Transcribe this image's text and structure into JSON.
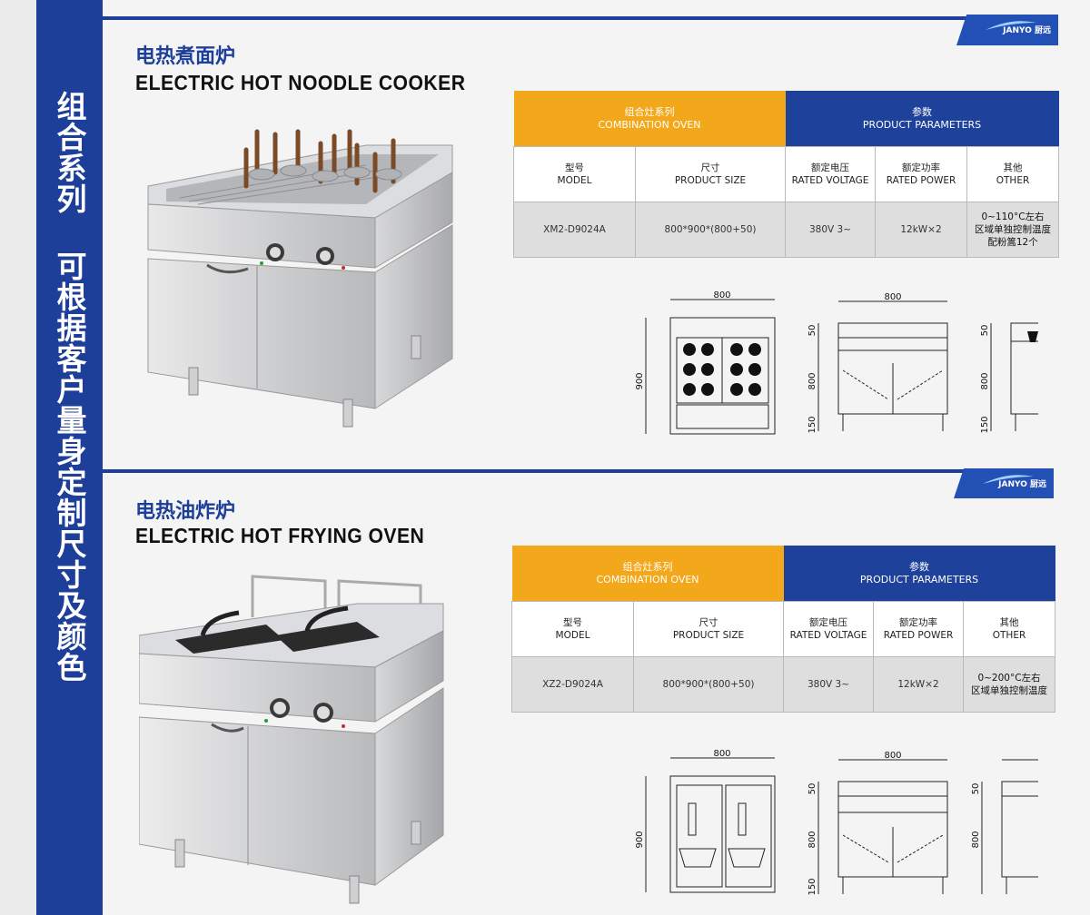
{
  "side": {
    "text": "组合系列 可根据客户量身定制尺寸及颜色"
  },
  "brand": {
    "logo_text": "JANYO 厨远"
  },
  "products": [
    {
      "title_cn": "电热煮面炉",
      "title_en": "ELECTRIC HOT NOODLE COOKER",
      "header_left_cn": "组合灶系列",
      "header_left_en": "COMBINATION OVEN",
      "header_right_cn": "参数",
      "header_right_en": "PRODUCT PARAMETERS",
      "col_model_cn": "型号",
      "col_model_en": "MODEL",
      "col_size_cn": "尺寸",
      "col_size_en": "PRODUCT SIZE",
      "col_voltage_cn": "额定电压",
      "col_voltage_en": "RATED VOLTAGE",
      "col_power_cn": "额定功率",
      "col_power_en": "RATED POWER",
      "col_other_cn": "其他",
      "col_other_en": "OTHER",
      "model": "XM2-D9024A",
      "size": "800*900*(800+50)",
      "voltage": "380V 3~",
      "power": "12kW×2",
      "other_1": "0~110°C左右",
      "other_2": "区域单独控制温度",
      "other_3": "配粉篙12个",
      "dim_width_top": "800",
      "dim_width_front": "800",
      "dim_depth_side": "900",
      "dim_front_50": "50",
      "dim_front_800": "800",
      "dim_front_150": "150",
      "dim_side_50": "50",
      "dim_side_800": "800",
      "dim_side_150": "150"
    },
    {
      "title_cn": "电热油炸炉",
      "title_en": "ELECTRIC HOT FRYING OVEN",
      "header_left_cn": "组合灶系列",
      "header_left_en": "COMBINATION OVEN",
      "header_right_cn": "参数",
      "header_right_en": "PRODUCT PARAMETERS",
      "col_model_cn": "型号",
      "col_model_en": "MODEL",
      "col_size_cn": "尺寸",
      "col_size_en": "PRODUCT SIZE",
      "col_voltage_cn": "额定电压",
      "col_voltage_en": "RATED VOLTAGE",
      "col_power_cn": "额定功率",
      "col_power_en": "RATED POWER",
      "col_other_cn": "其他",
      "col_other_en": "OTHER",
      "model": "XZ2-D9024A",
      "size": "800*900*(800+50)",
      "voltage": "380V 3~",
      "power": "12kW×2",
      "other_1": "0~200°C左右",
      "other_2": "区域单独控制温度",
      "dim_width_top": "800",
      "dim_width_front": "800",
      "dim_depth_side": "900",
      "dim_top_900": "900",
      "dim_front_50": "50",
      "dim_front_800": "800",
      "dim_front_150": "150",
      "dim_side_50": "50",
      "dim_side_800": "800"
    }
  ],
  "colors": {
    "brand_blue": "#1d3f99",
    "orange": "#f3a71a"
  }
}
